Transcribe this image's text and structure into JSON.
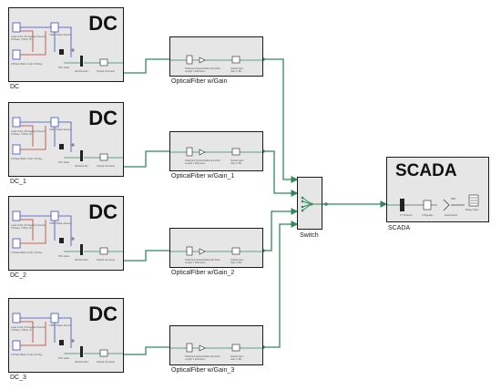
{
  "dc_blocks": [
    {
      "title": "DC",
      "label": "DC"
    },
    {
      "title": "DC",
      "label": "DC_1"
    },
    {
      "title": "DC",
      "label": "DC_2"
    },
    {
      "title": "DC",
      "label": "DC_3"
    }
  ],
  "fiber_blocks": [
    {
      "label": "OpticalFiber w/Gain"
    },
    {
      "label": "OpticalFiber w/Gain_1"
    },
    {
      "label": "OpticalFiber w/Gain_2"
    },
    {
      "label": "OpticalFiber w/Gain_3"
    }
  ],
  "switch": {
    "label": "Switch"
  },
  "scada": {
    "title": "SCADA",
    "label": "SCADA"
  },
  "colors": {
    "wire_green": "#2f8a5a",
    "wire_red": "#c0392b",
    "wire_blue": "#3b4bc8",
    "block_fill": "#e6e6e6",
    "block_border": "#1a1a1a"
  }
}
